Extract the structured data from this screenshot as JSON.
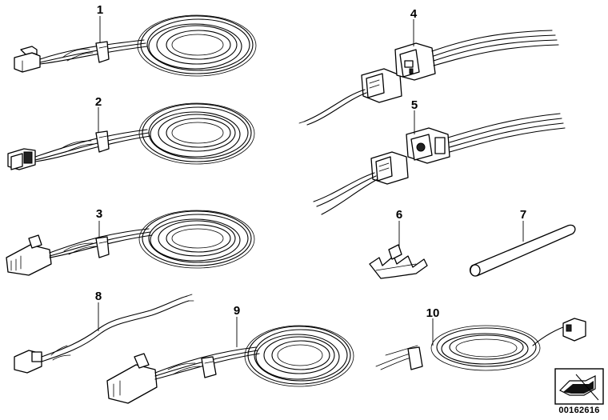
{
  "diagram": {
    "parts": [
      {
        "number": "1"
      },
      {
        "number": "2"
      },
      {
        "number": "3"
      },
      {
        "number": "4"
      },
      {
        "number": "5"
      },
      {
        "number": "6"
      },
      {
        "number": "7"
      },
      {
        "number": "8"
      },
      {
        "number": "9"
      },
      {
        "number": "10"
      }
    ],
    "catalog_number": "00162616"
  },
  "colors": {
    "ink": "#000000",
    "background": "#ffffff"
  },
  "icons": {
    "corner_badge": "arrow-icon"
  }
}
